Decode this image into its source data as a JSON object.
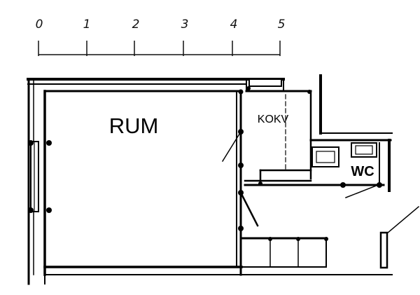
{
  "plan": {
    "rooms": {
      "main_room": "RUM",
      "kitchen": "KOKV",
      "bathroom": "WC"
    },
    "scale": {
      "ticks": [
        "0",
        "1",
        "2",
        "3",
        "4",
        "5"
      ]
    }
  }
}
